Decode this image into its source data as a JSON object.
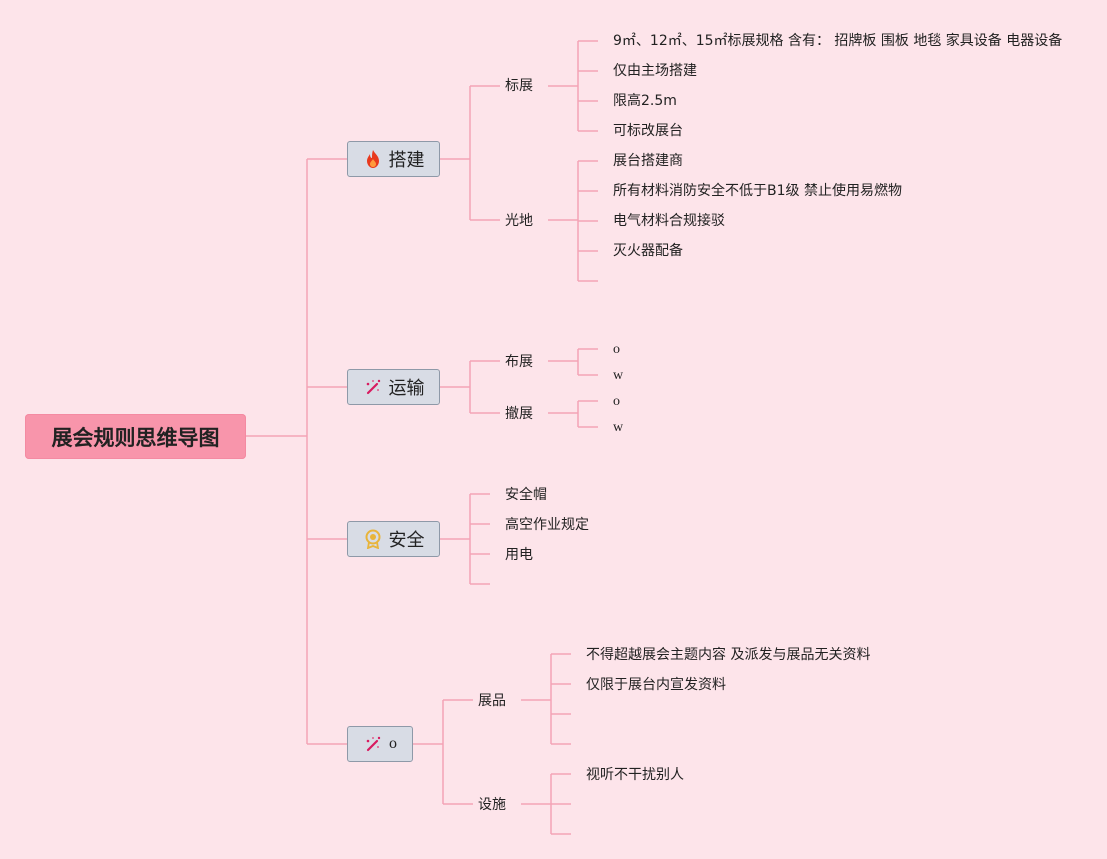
{
  "root": "展会规则思维导图",
  "branches": {
    "b1": {
      "label": "搭建",
      "icon": "fire-icon",
      "subs": {
        "s1": {
          "label": "标展",
          "items": [
            "9㎡、12㎡、15㎡标展规格 含有：  招牌板 围板 地毯 家具设备 电器设备",
            "仅由主场搭建",
            "限高2.5m",
            "可标改展台"
          ]
        },
        "s2": {
          "label": "光地",
          "items": [
            "展台搭建商",
            "所有材料消防安全不低于B1级 禁止使用易燃物",
            "电气材料合规接驳",
            "灭火器配备"
          ]
        }
      }
    },
    "b2": {
      "label": "运输",
      "icon": "magic-wand-icon",
      "subs": {
        "s1": {
          "label": "布展",
          "items": [
            "o",
            "w"
          ]
        },
        "s2": {
          "label": "撤展",
          "items": [
            "o",
            "w"
          ]
        }
      }
    },
    "b3": {
      "label": "安全",
      "icon": "badge-icon",
      "items": [
        "安全帽",
        "高空作业规定",
        "用电"
      ]
    },
    "b4": {
      "label": "o",
      "icon": "magic-wand-icon",
      "subs": {
        "s1": {
          "label": "展品",
          "items": [
            "不得超越展会主题内容 及派发与展品无关资料",
            "仅限于展台内宣发资料"
          ]
        },
        "s2": {
          "label": "设施",
          "items": [
            "视听不干扰别人"
          ]
        }
      }
    }
  },
  "colors": {
    "background": "#fde4ea",
    "root": "#f895ab",
    "line": "#f3a3b6",
    "node": "#d8dce5"
  }
}
